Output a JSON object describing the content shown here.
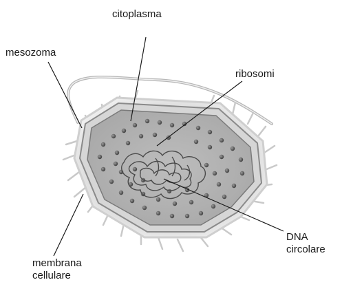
{
  "labels": {
    "citoplasma": "citoplasma",
    "mesozoma": "mesozoma",
    "ribosomi": "ribosomi",
    "dna_line1": "DNA",
    "dna_line2": "circolare",
    "membrana_line1": "membrana",
    "membrana_line2": "cellulare"
  }
}
